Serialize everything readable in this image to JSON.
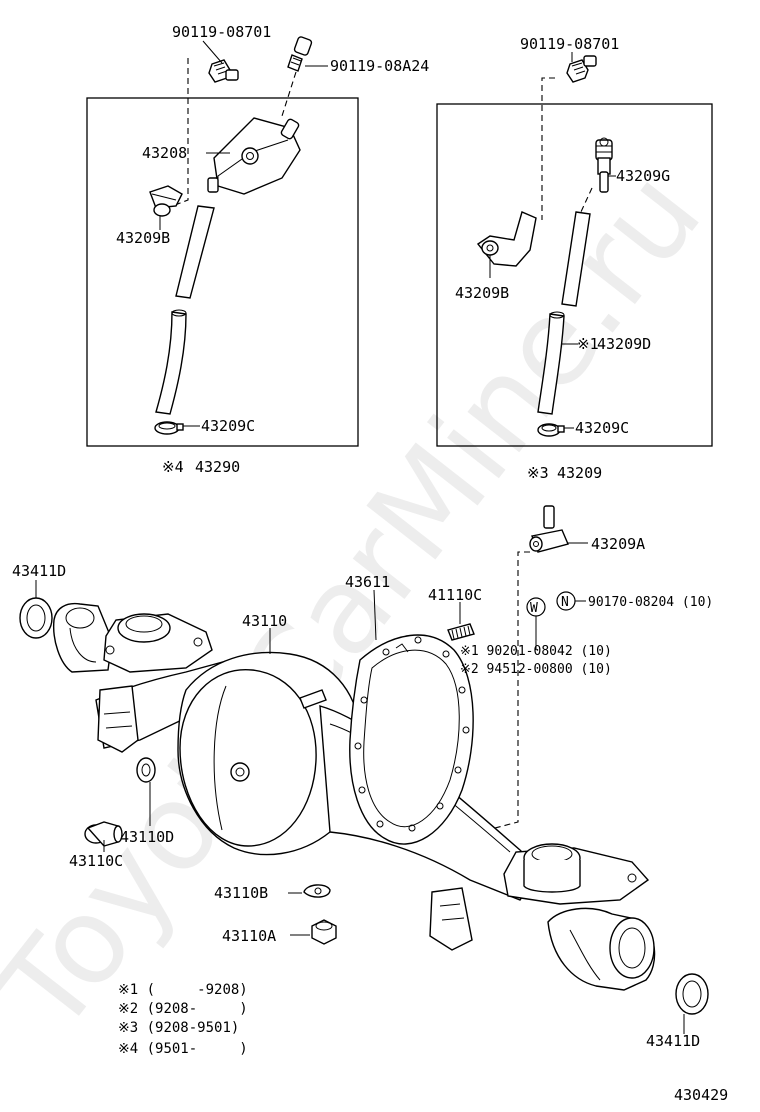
{
  "watermark": "ToyotaCarMine.ru",
  "diagram_id": "430429",
  "labels": {
    "bolt_left": "90119-08701",
    "bolt_right": "90119-08701",
    "nipple_left": "90119-08A24",
    "breather_cover": "43208",
    "clamp_left": "43209B",
    "hose_clamp_left": "43209C",
    "assy_left_mark": "※4",
    "assy_left": "43290",
    "union": "43209G",
    "clamp_right": "43209B",
    "hose_right_mark": "※1",
    "hose_right": "43209D",
    "hose_clamp_right": "43209C",
    "assy_right_mark": "※3",
    "assy_right": "43209",
    "breather_plug": "43209A",
    "oil_seal_left": "43411D",
    "gasket": "43611",
    "housing": "43110",
    "stud": "41110C",
    "nut_n_symbol": "N",
    "nut_n": "90170-08204 (10)",
    "washer_w_symbol": "W",
    "washer_1": "※1 90201-08042 (10)",
    "washer_2": "※2 94512-00800 (10)",
    "plug": "43110C",
    "plug_gasket": "43110D",
    "bracket_b": "43110B",
    "bracket_a": "43110A",
    "oil_seal_right": "43411D"
  },
  "notes": [
    "※1 (     -9208)",
    "※2 (9208-     )",
    "※3 (9208-9501)",
    "※4 (9501-     )"
  ]
}
